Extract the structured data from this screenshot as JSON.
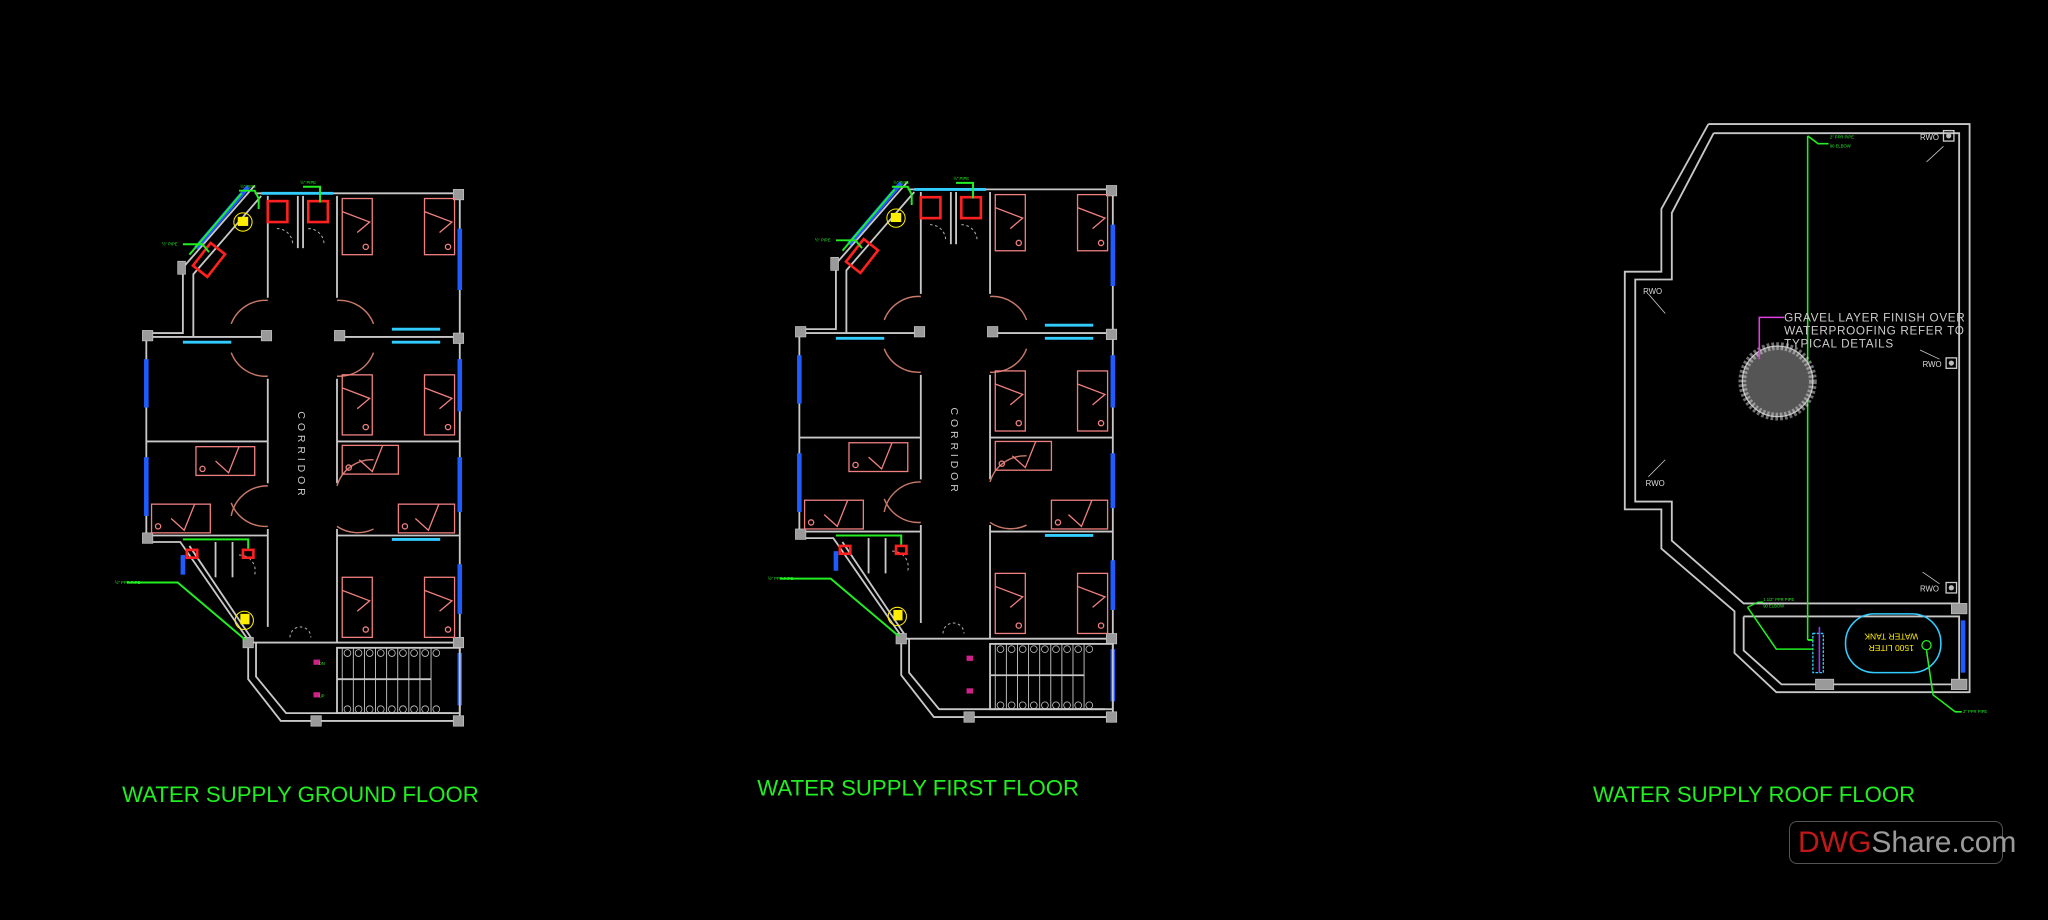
{
  "titles": {
    "ground": "WATER SUPPLY GROUND FLOOR",
    "first": "WATER SUPPLY FIRST FLOOR",
    "roof": "WATER SUPPLY ROOF FLOOR"
  },
  "plan": {
    "corridor_label": "CORRIDOR",
    "pipe_label": "½\" PIPE",
    "pipe_label_2": "½\" PPR PIPE",
    "stair_down": "DN",
    "stair_up": "UP"
  },
  "roof": {
    "top_pipe_label": "2\" PPR PIPE",
    "top_pipe_sublabel": "90 ELBOW",
    "rwo_label": "RWO",
    "gravel_note": [
      "GRAVEL LAYER FINISH OVER",
      "WATERPROOFING REFER TO",
      "TYPICAL DETAILS"
    ],
    "tank_pipe_label": "1 1/2\" PPR PIPE",
    "tank_pipe_sublabel": "90 ELBOW",
    "tank_capacity": "1500 LITER",
    "tank_label": "WATER TANK",
    "outlet_pipe_label": "2\" PPR PIPE"
  },
  "watermark": {
    "brand_red": "DWG",
    "brand_gray": "Share.com"
  },
  "colors": {
    "background": "#000000",
    "pipe": "#22ee22",
    "walls": "#c8c8c8",
    "windows": "#1e5cff",
    "fixtures": "#ff2020",
    "furniture": "#f08080",
    "tank": "#33ccff"
  }
}
